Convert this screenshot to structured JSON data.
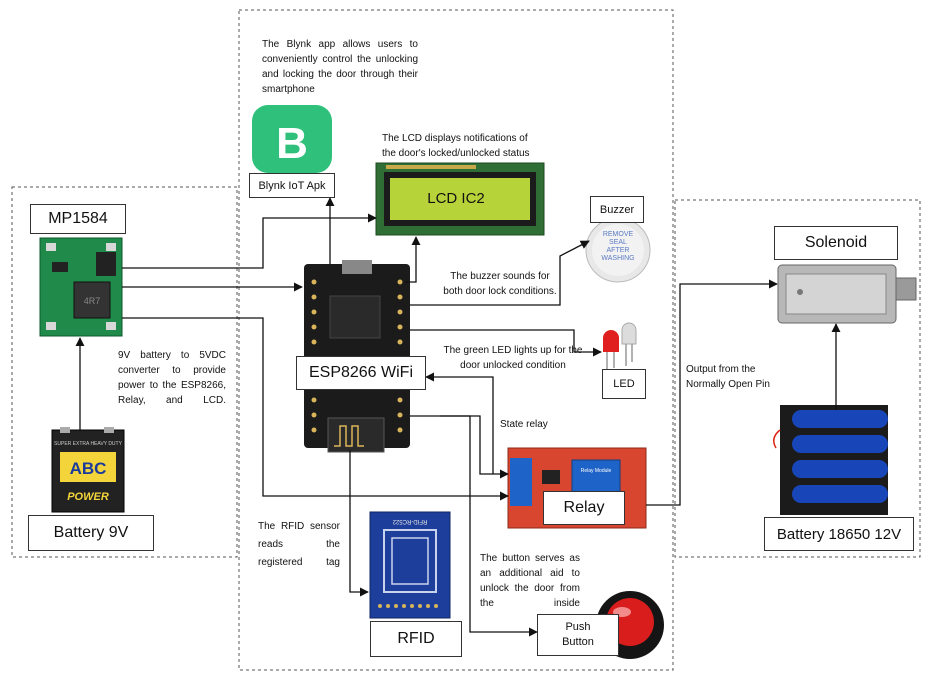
{
  "labels": {
    "mp1584": "MP1584",
    "battery9v": "Battery 9V",
    "blynk": "Blynk IoT Apk",
    "lcd": "LCD IC2",
    "esp": "ESP8266 WiFi",
    "buzzer": "Buzzer",
    "led": "LED",
    "relay": "Relay",
    "rfid": "RFID",
    "push_button": "Push\nButton",
    "solenoid": "Solenoid",
    "battery18650": "Battery 18650 12V"
  },
  "notes": {
    "blynk_note": "The Blynk app allows users to conveniently control the unlocking and locking the door through their smartphone",
    "lcd_note": "The LCD displays notifications of the door's locked/unlocked status",
    "buzzer_note": "The buzzer sounds for both door lock conditions.",
    "led_note": "The green LED lights up for the door unlocked condition",
    "converter_note": "9V battery to 5VDC converter to provide power to the ESP8266, Relay, and LCD.",
    "state_relay": "State relay",
    "rfid_note": "The RFID sensor reads the registered tag",
    "button_note": "The button serves as an additional aid to unlock the door from the inside",
    "output_note": "Output from the Normally Open Pin"
  },
  "images": {
    "blynk_logo_letter": "B",
    "battery_brand": "ABC",
    "battery_top_text": "SUPER EXTRA HEAVY DUTY",
    "battery_bottom_text": "POWER",
    "buzzer_seal": "REMOVE SEAL AFTER WASHING",
    "relay_module_text": "Relay Module",
    "rfid_board_text": "RFID-RC522",
    "mp1584_chip_text": "4R7"
  },
  "colors": {
    "blynk_green": "#2fc17b",
    "pcb_green": "#1f8a4a",
    "esp_board": "#1b1b1b",
    "relay_red": "#d9462f",
    "relay_blue": "#1e63c7",
    "rfid_blue": "#1d3f9b",
    "battery_blue": "#1846b8",
    "lcd_screen": "#b7d33a",
    "push_red": "#d91d1d"
  }
}
